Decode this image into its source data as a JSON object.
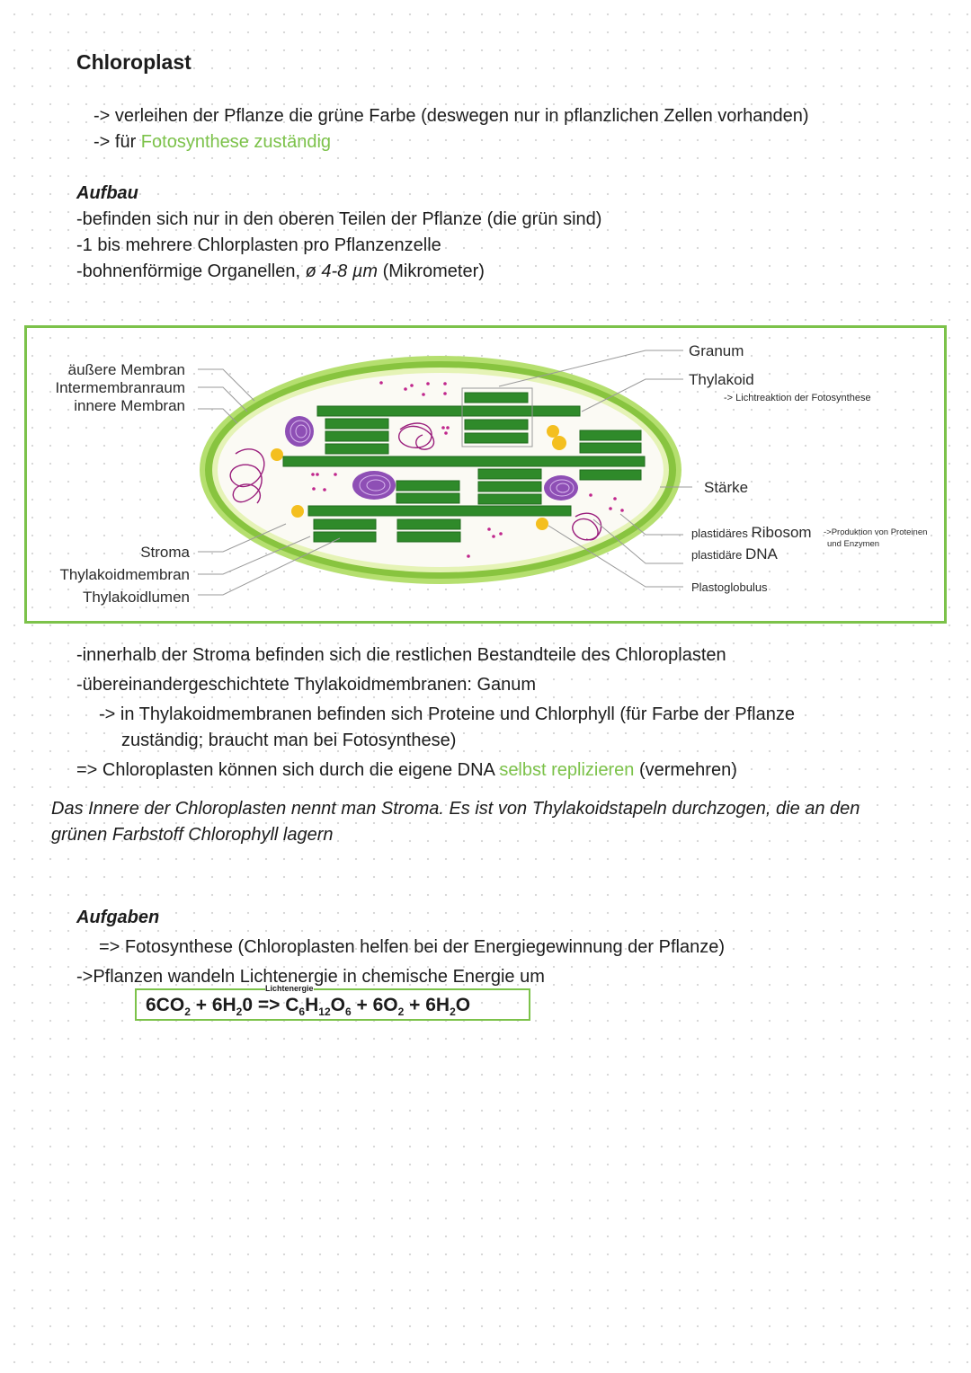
{
  "title": "Chloroplast",
  "intro": {
    "line1": "-> verleihen der Pflanze die grüne Farbe (deswegen nur in pflanzlichen Zellen vorhanden)",
    "line2_prefix": "-> für ",
    "line2_highlight": "Fotosynthese zuständig"
  },
  "aufbau": {
    "heading": "Aufbau",
    "line1": "-befinden sich nur in den oberen Teilen der Pflanze (die grün sind)",
    "line2": "-1 bis mehrere Chlorplasten pro Pflanzenzelle",
    "line3_prefix": "-bohnenförmige Organellen, ",
    "line3_italic": "ø 4-8 µm",
    "line3_suffix": " (Mikrometer)"
  },
  "diagram": {
    "labels_left": {
      "outer_membrane": "äußere Membran",
      "intermembrane_space": "Intermembranraum",
      "inner_membrane": "innere Membran",
      "stroma": "Stroma",
      "thylakoid_membrane": "Thylakoidmembran",
      "thylakoid_lumen": "Thylakoidlumen"
    },
    "labels_right": {
      "granum": "Granum",
      "thylakoid": "Thylakoid",
      "thylakoid_note": "-> Lichtreaktion der Fotosynthese",
      "starch": "Stärke",
      "ribosome_prefix": "plastidäres ",
      "ribosome": "Ribosom",
      "ribosome_note_1": "->Produktion von Proteinen",
      "ribosome_note_2": "und Enzymen",
      "dna_prefix": "plastidäre ",
      "dna": "DNA",
      "plastoglobulus": "Plastoglobulus"
    },
    "colors": {
      "frame": "#7cc24a",
      "thylakoid": "#2f8a2a",
      "membrane_outer": "#9fd55a",
      "starch": "#8e4fb5",
      "dna": "#9a1e7c",
      "ribosome": "#c0268c",
      "plastoglobulus": "#f4bf1f"
    }
  },
  "details": {
    "line1": "-innerhalb der Stroma befinden sich die restlichen Bestandteile des Chloroplasten",
    "line2": "-übereinandergeschichtete Thylakoidmembranen: Ganum",
    "line3": "-> in Thylakoidmembranen befinden sich Proteine und Chlorphyll (für Farbe der Pflanze",
    "line4": "zuständig; braucht man bei Fotosynthese)",
    "line5_prefix": "=> Chloroplasten können sich durch die eigene DNA ",
    "line5_highlight": "selbst replizieren",
    "line5_suffix": " (vermehren)"
  },
  "summary": {
    "line1": "Das Innere der Chloroplasten nennt man Stroma. Es ist von Thylakoidstapeln durchzogen, die an den",
    "line2": "grünen Farbstoff Chlorophyll lagern"
  },
  "aufgaben": {
    "heading": "Aufgaben",
    "line1": "=> Fotosynthese (Chloroplasten helfen bei der Energiegewinnung der Pflanze)",
    "line2": "->Pflanzen wandeln Lichtenergie in chemische Energie um"
  },
  "formula": {
    "light_label": "Lichtenergie",
    "co2_coef": "6CO",
    "co2_sub": "2",
    "plus1": " + ",
    "h2o_a": "6H",
    "h2o_sub": "2",
    "h2o_b": "0",
    "arrow": " => ",
    "glucose_c": "C",
    "glucose_c_sub": "6",
    "glucose_h": "H",
    "glucose_h_sub": "12",
    "glucose_o": "O",
    "glucose_o_sub": "6",
    "plus2": " + ",
    "o2_coef": "6O",
    "o2_sub": "2",
    "plus3": " + ",
    "water_a": "6H",
    "water_sub": "2",
    "water_b": "O"
  }
}
